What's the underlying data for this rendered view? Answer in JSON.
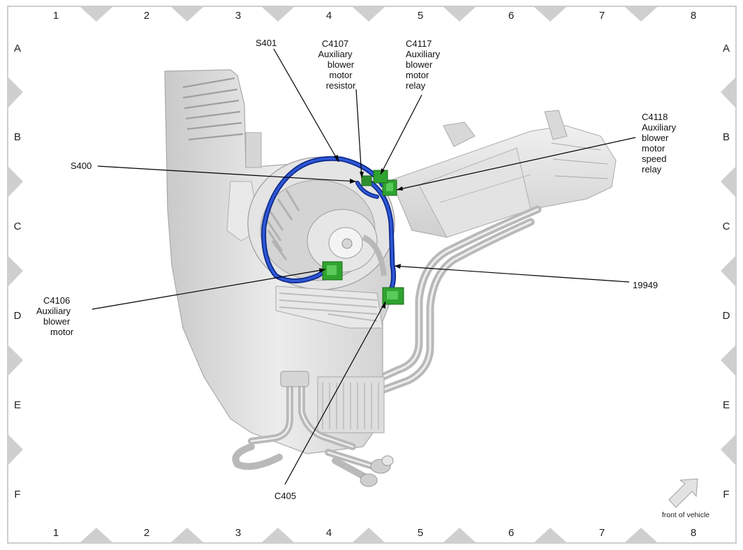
{
  "grid": {
    "columns": [
      "1",
      "2",
      "3",
      "4",
      "5",
      "6",
      "7",
      "8"
    ],
    "rows": [
      "A",
      "B",
      "C",
      "D",
      "E",
      "F"
    ]
  },
  "callouts": {
    "s401": [
      "S401"
    ],
    "c4107": [
      "C4107",
      "Auxiliary",
      "blower",
      "motor",
      "resistor"
    ],
    "c4117": [
      "C4117",
      "Auxiliary",
      "blower",
      "motor",
      "relay"
    ],
    "c4118": [
      "C4118",
      "Auxiliary",
      "blower",
      "motor",
      "speed",
      "relay"
    ],
    "s400": [
      "S400"
    ],
    "c4106": [
      "C4106",
      "Auxiliary",
      "blower",
      "motor"
    ],
    "n19949": [
      "19949"
    ],
    "c405": [
      "C405"
    ]
  },
  "orientation": {
    "label": "front of vehicle",
    "icon": "arrow-up-right-icon"
  },
  "colors": {
    "harness": "#1f3fb8",
    "connector": "#2fa32f",
    "housing": "#dcdcdc",
    "grid_marker": "#cfcfcf"
  }
}
